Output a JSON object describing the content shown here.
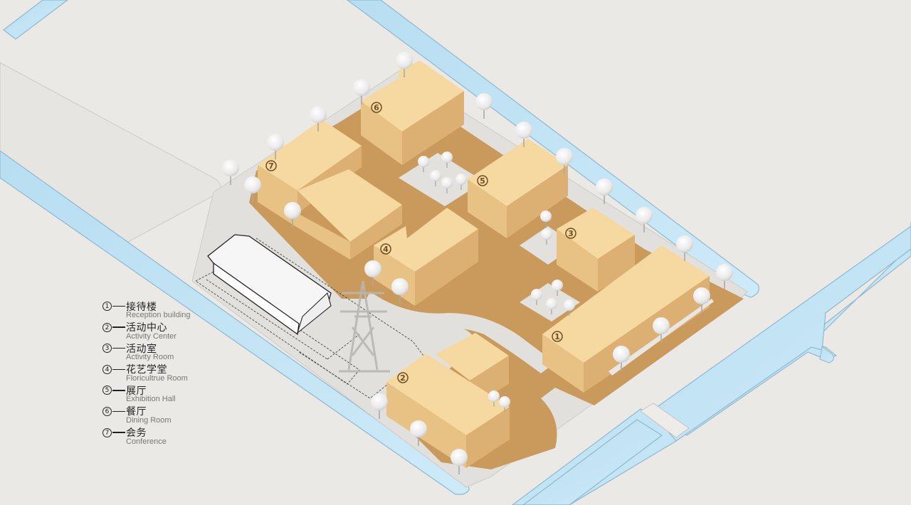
{
  "diagram": {
    "type": "isometric site plan",
    "colors": {
      "background": "#ebe9e5",
      "ground_light": "#e4e2de",
      "water": "#bfe3f5",
      "water_edge": "#8fb8cf",
      "paving_wood": "#c99a5c",
      "building_top": "#f6d9a0",
      "building_left": "#e8c185",
      "building_right": "#dcb072",
      "tree": "#f2f2f2",
      "existing_building": "#ffffff",
      "pylon": "#b9b6b1"
    },
    "buildings": [
      {
        "id": "1",
        "marker": "①",
        "name_zh": "接待楼",
        "name_en": "Reception building"
      },
      {
        "id": "2",
        "marker": "②",
        "name_zh": "活动中心",
        "name_en": "Activity Center"
      },
      {
        "id": "3",
        "marker": "③",
        "name_zh": "活动室",
        "name_en": "Activity Room"
      },
      {
        "id": "4",
        "marker": "④",
        "name_zh": "花艺学堂",
        "name_en": "Floricultrue Room"
      },
      {
        "id": "5",
        "marker": "⑤",
        "name_zh": "展厅",
        "name_en": "Exhibition Hall"
      },
      {
        "id": "6",
        "marker": "⑥",
        "name_zh": "餐厅",
        "name_en": "Dining Room"
      },
      {
        "id": "7",
        "marker": "⑦",
        "name_zh": "会务",
        "name_en": "Conference"
      }
    ],
    "other_features": [
      "existing white building (outlined)",
      "power pylon",
      "dashed plot boundaries",
      "canals",
      "roads",
      "trees"
    ]
  },
  "legend": {
    "items": [
      {
        "num": "①",
        "zh": "接待楼",
        "en": "Reception building"
      },
      {
        "num": "②",
        "zh": "活动中心",
        "en": "Activity Center"
      },
      {
        "num": "③",
        "zh": "活动室",
        "en": "Activity Room"
      },
      {
        "num": "④",
        "zh": "花艺学堂",
        "en": "Floricultrue Room"
      },
      {
        "num": "⑤",
        "zh": "展厅",
        "en": "Exhibition Hall"
      },
      {
        "num": "⑥",
        "zh": "餐厅",
        "en": "Dining Room"
      },
      {
        "num": "⑦",
        "zh": "会务",
        "en": "Conference"
      }
    ]
  },
  "markers": {
    "m1": "①",
    "m2": "②",
    "m3": "③",
    "m4": "④",
    "m5": "⑤",
    "m6": "⑥",
    "m7": "⑦"
  }
}
